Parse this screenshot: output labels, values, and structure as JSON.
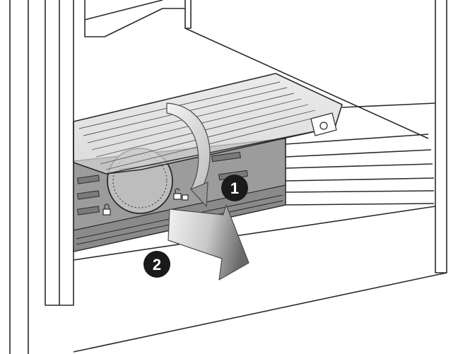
{
  "figure": {
    "callouts": [
      {
        "label": "1"
      },
      {
        "label": "2"
      }
    ],
    "colors": {
      "line": "#2a2a2a",
      "cover_fill": "#d9d9d9",
      "housing_fill": "#9c9c9c",
      "housing_dark": "#7a7a7a",
      "dial_fill": "#bdbdbd",
      "arrow_light": "#e6e6e6",
      "arrow_mid": "#b8b8b8",
      "arrow_dark": "#555555",
      "callout_fill": "#1a1a1a",
      "callout_text": "#ffffff"
    },
    "icons": [
      "rotate-arrow",
      "pull-out-arrow",
      "lock-icon",
      "unlock-icon"
    ]
  }
}
